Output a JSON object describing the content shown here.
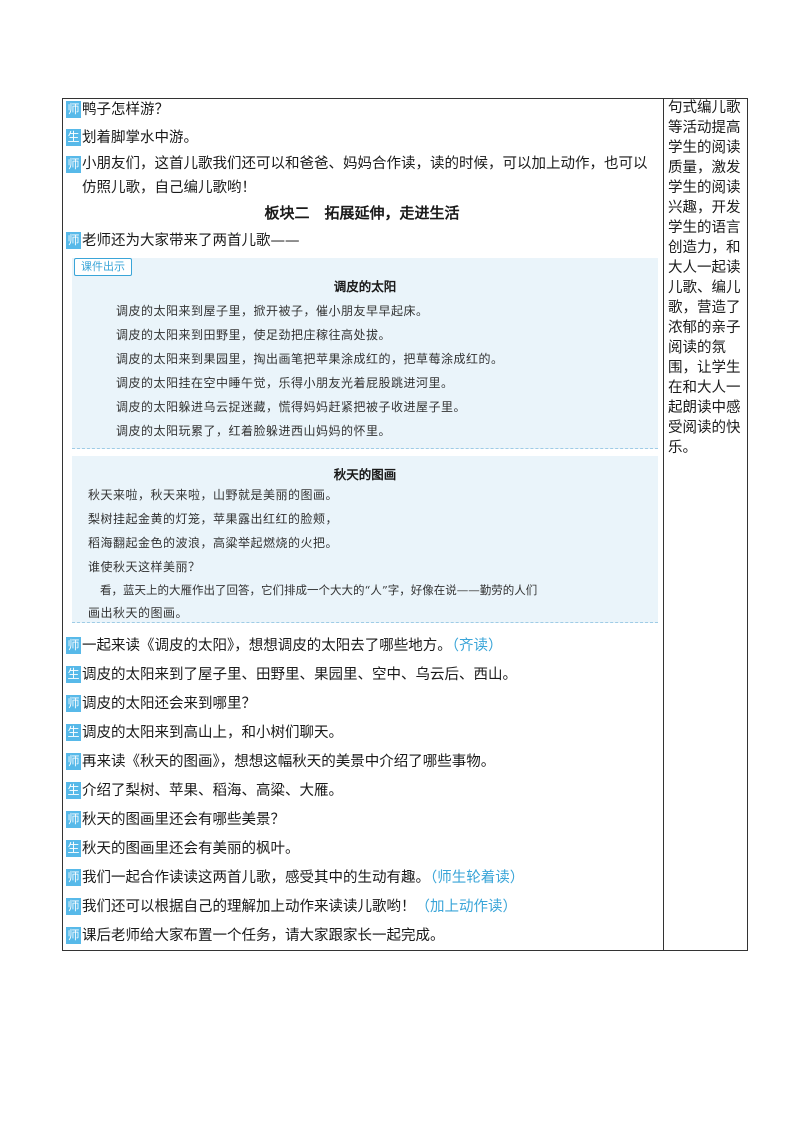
{
  "roles": {
    "teacher": "师",
    "student": "生"
  },
  "dialogue_top": [
    {
      "role": "teacher",
      "text": "鸭子怎样游？"
    },
    {
      "role": "student",
      "text": "划着脚掌水中游。"
    },
    {
      "role": "teacher",
      "text": "小朋友们，这首儿歌我们还可以和爸爸、妈妈合作读，读的时候，可以加上动作，也可以仿照儿歌，自己编儿歌哟！"
    }
  ],
  "section_title": "板块二　拓展延伸，走进生活",
  "intro_line": {
    "role": "teacher",
    "text": "老师还为大家带来了两首儿歌——"
  },
  "courseware_badge": "课件出示",
  "poem1": {
    "title": "调皮的太阳",
    "lines": [
      "调皮的太阳来到屋子里，掀开被子，催小朋友早早起床。",
      "调皮的太阳来到田野里，使足劲把庄稼往高处拔。",
      "调皮的太阳来到果园里，掏出画笔把苹果涂成红的，把草莓涂成红的。",
      "调皮的太阳挂在空中睡午觉，乐得小朋友光着屁股跳进河里。",
      "调皮的太阳躲进乌云捉迷藏，慌得妈妈赶紧把被子收进屋子里。",
      "调皮的太阳玩累了，红着脸躲进西山妈妈的怀里。"
    ]
  },
  "poem2": {
    "title": "秋天的图画",
    "lines": [
      "秋天来啦，秋天来啦，山野就是美丽的图画。",
      "梨树挂起金黄的灯笼，苹果露出红红的脸颊，",
      "稻海翻起金色的波浪，高粱举起燃烧的火把。",
      "谁使秋天这样美丽？",
      "看，蓝天上的大雁作出了回答，它们排成一个大大的“人”字，好像在说——勤劳的人们",
      "画出秋天的图画。"
    ]
  },
  "dialogue_bottom": [
    {
      "role": "teacher",
      "text": "一起来读《调皮的太阳》，想想调皮的太阳去了哪些地方。",
      "note": "（齐读）"
    },
    {
      "role": "student",
      "text": "调皮的太阳来到了屋子里、田野里、果园里、空中、乌云后、西山。",
      "note": ""
    },
    {
      "role": "teacher",
      "text": "调皮的太阳还会来到哪里？",
      "note": ""
    },
    {
      "role": "student",
      "text": "调皮的太阳来到高山上，和小树们聊天。",
      "note": ""
    },
    {
      "role": "teacher",
      "text": "再来读《秋天的图画》，想想这幅秋天的美景中介绍了哪些事物。",
      "note": ""
    },
    {
      "role": "student",
      "text": "介绍了梨树、苹果、稻海、高粱、大雁。",
      "note": ""
    },
    {
      "role": "teacher",
      "text": "秋天的图画里还会有哪些美景？",
      "note": ""
    },
    {
      "role": "student",
      "text": "秋天的图画里还会有美丽的枫叶。",
      "note": ""
    },
    {
      "role": "teacher",
      "text": "我们一起合作读读这两首儿歌，感受其中的生动有趣。",
      "note": "（师生轮着读）"
    },
    {
      "role": "teacher",
      "text": "我们还可以根据自己的理解加上动作来读读儿歌哟！",
      "note": "（加上动作读）"
    },
    {
      "role": "teacher",
      "text": "课后老师给大家布置一个任务，请大家跟家长一起完成。",
      "note": ""
    }
  ],
  "side_note": "句式编儿歌等活动提高学生的阅读质量，激发学生的阅读兴趣，开发学生的语言创造力，和大人一起读儿歌、编儿歌，营造了浓郁的亲子阅读的氛围，让学生在和大人一起朗读中感受阅读的快乐。"
}
